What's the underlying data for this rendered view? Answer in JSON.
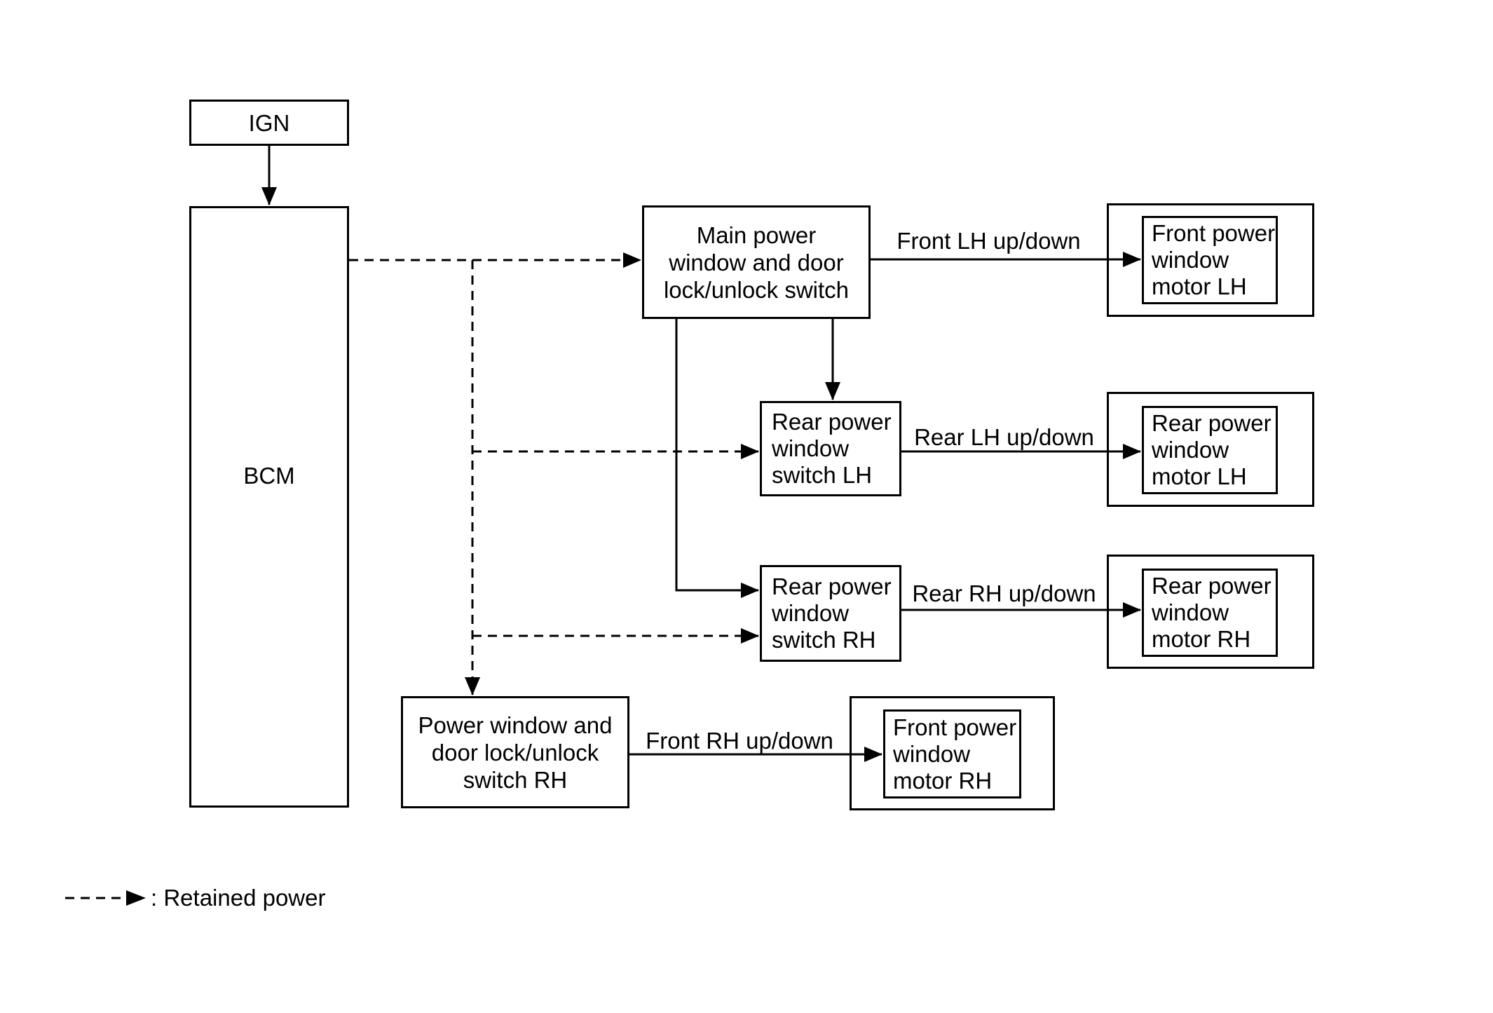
{
  "diagram": {
    "background_color": "#ffffff",
    "stroke_color": "#000000",
    "nodes": {
      "ign": {
        "lines": [
          "IGN"
        ]
      },
      "bcm": {
        "lines": [
          "BCM"
        ]
      },
      "main_switch": {
        "lines": [
          "Main power",
          "window and door",
          "lock/unlock switch"
        ]
      },
      "rear_switch_lh": {
        "lines": [
          "Rear power",
          "window",
          "switch LH"
        ]
      },
      "rear_switch_rh": {
        "lines": [
          "Rear power",
          "window",
          "switch RH"
        ]
      },
      "pw_switch_rh": {
        "lines": [
          "Power window and",
          "door lock/unlock",
          "switch RH"
        ]
      },
      "front_motor_lh": {
        "lines": [
          "Front power",
          "window",
          "motor LH"
        ]
      },
      "rear_motor_lh": {
        "lines": [
          "Rear power",
          "window",
          "motor LH"
        ]
      },
      "rear_motor_rh": {
        "lines": [
          "Rear power",
          "window",
          "motor RH"
        ]
      },
      "front_motor_rh": {
        "lines": [
          "Front power",
          "window",
          "motor RH"
        ]
      }
    },
    "edge_labels": {
      "front_lh": "Front LH up/down",
      "rear_lh": "Rear LH up/down",
      "rear_rh": "Rear RH up/down",
      "front_rh": "Front RH up/down"
    },
    "legend": {
      "label": ": Retained power"
    }
  }
}
